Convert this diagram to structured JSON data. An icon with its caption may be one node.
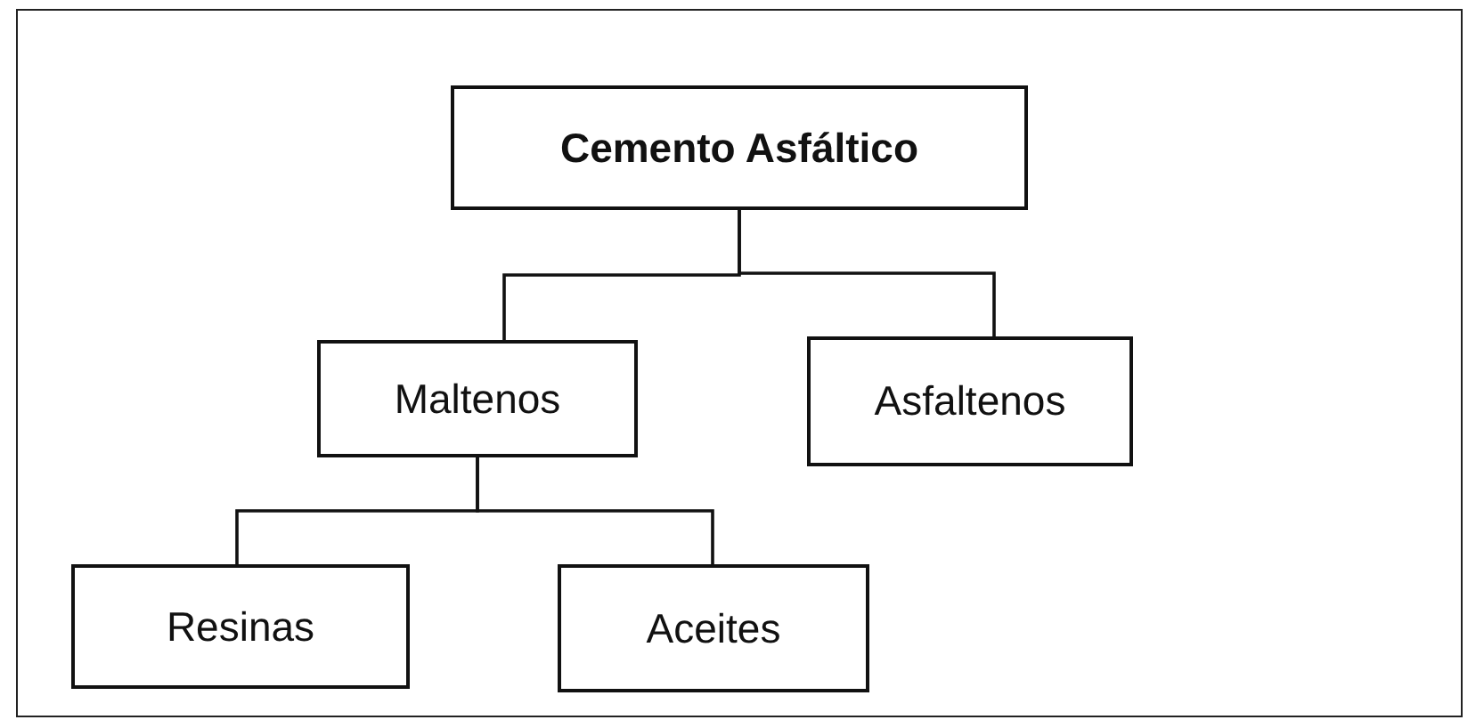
{
  "diagram": {
    "nodes": [
      {
        "text": [
          "Cemento Asfáltico"
        ]
      },
      {
        "text": [
          "Maltenos"
        ]
      },
      {
        "text": [
          "Asfaltenos"
        ]
      },
      {
        "text": [
          "Resinas"
        ]
      },
      {
        "text": [
          "Aceites"
        ]
      }
    ],
    "edges": [
      {
        "from": 0,
        "to": 1,
        "arrow": "none"
      },
      {
        "from": 0,
        "to": 2,
        "arrow": "none"
      },
      {
        "from": 1,
        "to": 3,
        "arrow": "none"
      },
      {
        "from": 1,
        "to": 4,
        "arrow": "none"
      }
    ]
  }
}
